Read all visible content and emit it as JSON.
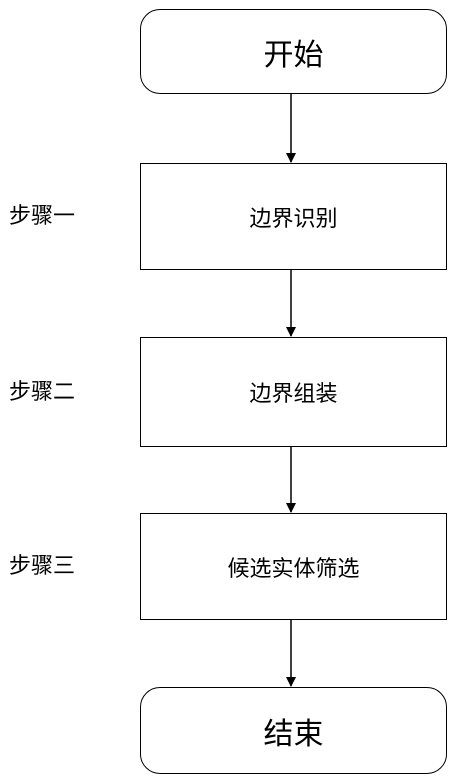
{
  "flowchart": {
    "start": "开始",
    "steps": [
      {
        "step_label": "步骤一",
        "box_text": "边界识别"
      },
      {
        "step_label": "步骤二",
        "box_text": "边界组装"
      },
      {
        "step_label": "步骤三",
        "box_text": "候选实体筛选"
      }
    ],
    "end": "结束"
  },
  "colors": {
    "line": "#000000",
    "background": "#ffffff"
  }
}
